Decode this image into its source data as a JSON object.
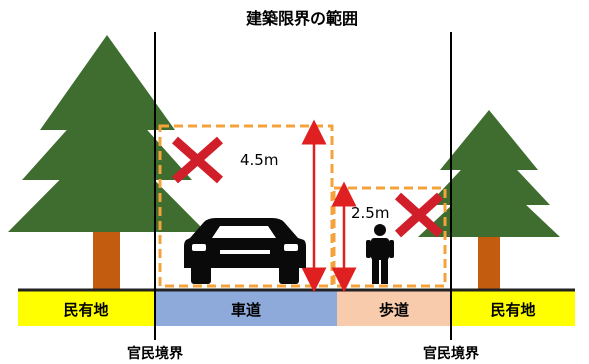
{
  "title": "建築限界の範囲",
  "zones": {
    "left_private": "民有地",
    "roadway": "車道",
    "sidewalk": "歩道",
    "right_private": "民有地"
  },
  "boundaries": {
    "left": "官民境界",
    "right": "官民境界"
  },
  "clearances": {
    "roadway_height": "4.5m",
    "sidewalk_height": "2.5m"
  },
  "colors": {
    "tree_green": "#3f6d2f",
    "trunk": "#c45c10",
    "private_land": "#ffff00",
    "roadway": "#8eaadb",
    "sidewalk": "#f8cbad",
    "clearance_box": "#f4a23a",
    "arrow": "#e02020",
    "cross": "#d01f2a",
    "boundary_line": "#000000"
  },
  "icons": [
    "tree-icon",
    "car-icon",
    "pedestrian-icon",
    "cross-icon",
    "arrow-icon"
  ]
}
